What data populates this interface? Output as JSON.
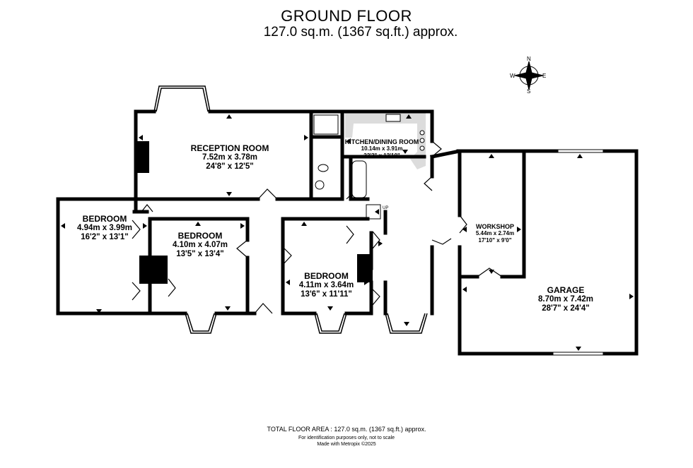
{
  "header": {
    "floor_name": "GROUND FLOOR",
    "area": "127.0 sq.m. (1367 sq.ft.) approx."
  },
  "compass": {
    "n": "N",
    "s": "S",
    "e": "E",
    "w": "W"
  },
  "rooms": {
    "reception": {
      "name": "RECEPTION ROOM",
      "metric": "7.52m  x 3.78m",
      "imperial": "24'8\"  x 12'5\""
    },
    "kitchen": {
      "name": "KITCHEN/DINING ROOM",
      "metric": "10.14m  x 3.91m",
      "imperial": "33'3\"  x 12'10\""
    },
    "bedroom1": {
      "name": "BEDROOM",
      "metric": "4.94m  x 3.99m",
      "imperial": "16'2\"  x 13'1\""
    },
    "bedroom2": {
      "name": "BEDROOM",
      "metric": "4.10m  x 4.07m",
      "imperial": "13'5\"  x 13'4\""
    },
    "bedroom3": {
      "name": "BEDROOM",
      "metric": "4.11m  x 3.64m",
      "imperial": "13'6\"  x 11'11\""
    },
    "workshop": {
      "name": "WORKSHOP",
      "metric": "5.44m  x 2.74m",
      "imperial": "17'10\"  x 9'0\""
    },
    "garage": {
      "name": "GARAGE",
      "metric": "8.70m  x 7.42m",
      "imperial": "28'7\"  x 24'4\""
    }
  },
  "stairs_label": "UP",
  "footer": {
    "total": "TOTAL FLOOR AREA : 127.0 sq.m. (1367 sq.ft.) approx.",
    "disclaimer": "For identification purposes only, not to scale",
    "credit": "Made with Metropix ©2025"
  }
}
